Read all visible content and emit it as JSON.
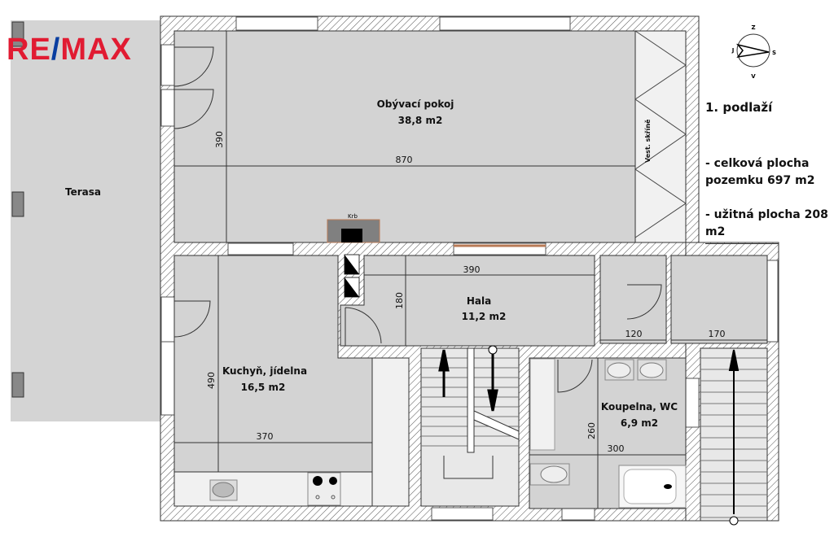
{
  "brand": {
    "logo_text": "RE/MAX",
    "logo_left": "RE",
    "logo_slash": "/",
    "logo_right": "MAX",
    "red": "#e11b32",
    "blue": "#0a3ea0"
  },
  "compass": {
    "north": "Z",
    "west": "J",
    "east": "S",
    "south": "V"
  },
  "info": {
    "floor": "1. podlaží",
    "plot_line1": "- celková plocha",
    "plot_line2": "pozemku 697 m2",
    "usable_line1": "- užitná plocha 208",
    "usable_line2": "m2"
  },
  "rooms": {
    "terrace": {
      "name": "Terasa"
    },
    "living": {
      "name": "Obývací pokoj",
      "area": "38,8 m2",
      "dim_h": "870",
      "dim_v": "390"
    },
    "wardrobe": {
      "name": "Vest. skříně"
    },
    "fireplace": {
      "name": "Krb"
    },
    "hall": {
      "name": "Hala",
      "area": "11,2 m2",
      "dim_h": "390",
      "dim_v": "180"
    },
    "kitchen": {
      "name": "Kuchyň, jídelna",
      "area": "16,5 m2",
      "dim_h": "370",
      "dim_v": "490"
    },
    "bathroom": {
      "name": "Koupelna, WC",
      "area": "6,9 m2",
      "dim_h": "300",
      "dim_v": "260"
    },
    "small_room": {
      "dim_h": "120"
    },
    "side_room": {
      "dim_h": "170"
    }
  },
  "colors": {
    "floor": "#d3d3d3",
    "terrace": "#d4d4d4",
    "wall_line": "#333333"
  }
}
